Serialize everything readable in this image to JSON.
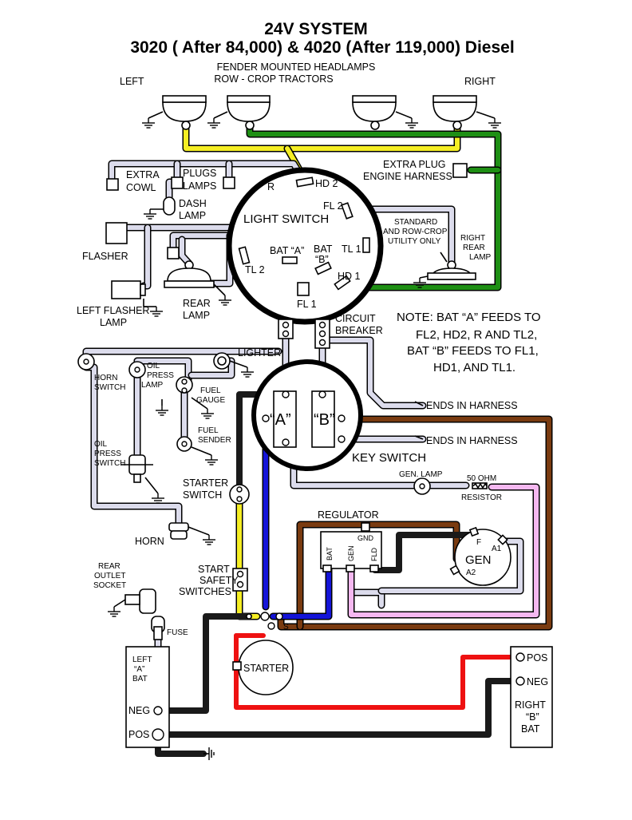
{
  "title": {
    "line1": "24V SYSTEM",
    "line2": "3020 ( After 84,000) & 4020 (After 119,000) Diesel"
  },
  "headlamps": {
    "label1": "FENDER MOUNTED HEADLAMPS",
    "label2": "ROW - CROP TRACTORS",
    "left": "LEFT",
    "right": "RIGHT"
  },
  "light_switch": {
    "name": "LIGHT SWITCH",
    "terminals": {
      "hd2": "HD 2",
      "r": "R",
      "fl2": "FL 2",
      "tl1": "TL 1",
      "tl2": "TL 2",
      "bat_a": "BAT “A”",
      "bat": "BAT",
      "b": "“B”",
      "fl1": "FL 1",
      "hd1": "HD 1"
    }
  },
  "labels": {
    "extra_cowl_1": "EXTRA",
    "extra_cowl_2": "COWL",
    "plugs_lamps_1": "PLUGS",
    "plugs_lamps_2": "LAMPS",
    "dash_1": "DASH",
    "dash_2": "LAMP",
    "extra_plug_1": "EXTRA PLUG",
    "extra_plug_2": "ENGINE HARNESS",
    "standard_1": "STANDARD",
    "standard_2": "AND ROW-CROP",
    "standard_3": "UTILITY ONLY",
    "right_rear_1": "RIGHT",
    "right_rear_2": "REAR",
    "right_rear_3": "LAMP",
    "flasher": "FLASHER",
    "left_flasher_1": "LEFT FLASHER",
    "left_flasher_2": "LAMP",
    "rear_lamp_1": "REAR",
    "rear_lamp_2": "LAMP",
    "circuit_1": "CIRCUIT",
    "circuit_2": "BREAKER",
    "lighter": "LIGHTER",
    "horn_switch_1": "HORN",
    "horn_switch_2": "SWITCH",
    "oil_press_lamp_1": "OIL",
    "oil_press_lamp_2": "PRESS",
    "oil_press_lamp_3": "LAMP",
    "fuel_gauge_1": "FUEL",
    "fuel_gauge_2": "GAUGE",
    "fuel_sender_1": "FUEL",
    "fuel_sender_2": "SENDER",
    "oil_press_switch_1": "OIL",
    "oil_press_switch_2": "PRESS",
    "oil_press_switch_3": "SWITCH",
    "ends_harness_1": "ENDS IN HARNESS",
    "ends_harness_2": "ENDS IN HARNESS",
    "key_switch": "KEY SWITCH",
    "key_a": "“A”",
    "key_b": "“B”",
    "starter_switch_1": "STARTER",
    "starter_switch_2": "SWITCH",
    "gen_lamp": "GEN. LAMP",
    "ohm": "50 OHM",
    "resistor": "RESISTOR",
    "regulator": "REGULATOR",
    "reg_gnd": "GND",
    "reg_bat": "BAT",
    "reg_gen": "GEN",
    "reg_fld": "FLD",
    "gen": "GEN",
    "gen_f": "F",
    "gen_a1": "A1",
    "gen_a2": "A2",
    "horn": "HORN",
    "rear_outlet_1": "REAR",
    "rear_outlet_2": "OUTLET",
    "rear_outlet_3": "SOCKET",
    "start_safety_1": "START",
    "start_safety_2": "SAFETY",
    "start_safety_3": "SWITCHES",
    "fuse": "FUSE",
    "s": "S",
    "starter": "STARTER",
    "left_bat_1": "LEFT",
    "left_bat_2": "“A”",
    "left_bat_3": "BAT",
    "neg_left": "NEG",
    "pos_left": "POS",
    "pos_right": "POS",
    "neg_right": "NEG",
    "right_bat_1": "RIGHT",
    "right_bat_2": "“B”",
    "right_bat_3": "BAT"
  },
  "note": {
    "line1": "NOTE:  BAT “A” FEEDS TO",
    "line2": "FL2, HD2, R AND TL2,",
    "line3": "BAT “B” FEEDS TO FL1,",
    "line4": "HD1, AND TL1."
  },
  "wire_colors": {
    "gray": "#dcdcec",
    "yellow": "#f5ee24",
    "green": "#1e8f14",
    "black": "#1a1a1a",
    "blue": "#1414d8",
    "brown": "#7a3b10",
    "red": "#ee1111",
    "pink": "#f5b8f0"
  }
}
